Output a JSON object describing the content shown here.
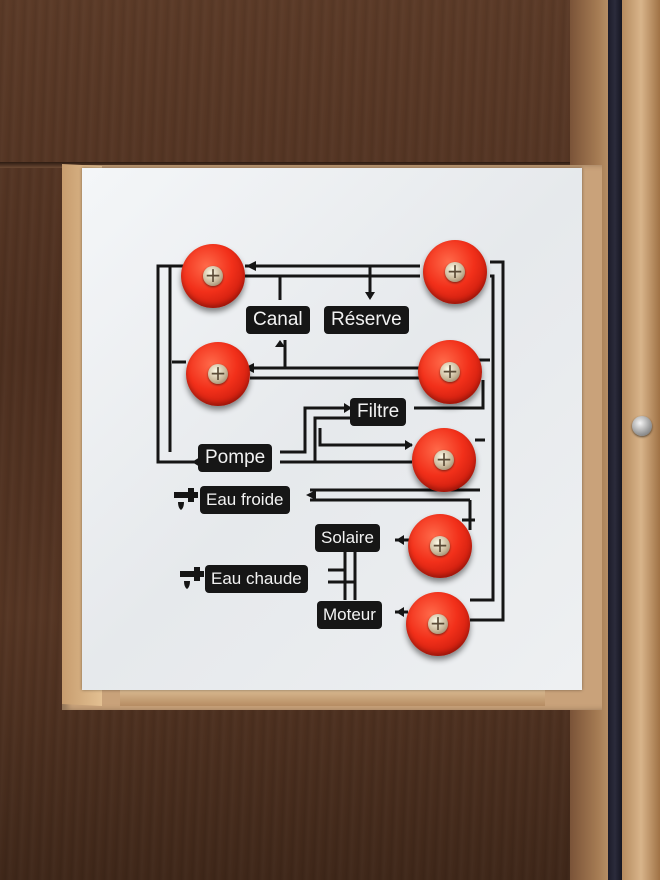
{
  "panel": {
    "labels": {
      "canal": "Canal",
      "reserve": "Réserve",
      "filtre": "Filtre",
      "pompe": "Pompe",
      "eau_froide": "Eau froide",
      "solaire": "Solaire",
      "eau_chaude": "Eau chaude",
      "moteur": "Moteur"
    }
  },
  "colors": {
    "knob_red": "#f2301a",
    "label_bg": "#161616",
    "panel_white": "#eef0f2",
    "wood": "#4d2f1f"
  },
  "icons": [
    "faucet-icon",
    "faucet-icon"
  ]
}
